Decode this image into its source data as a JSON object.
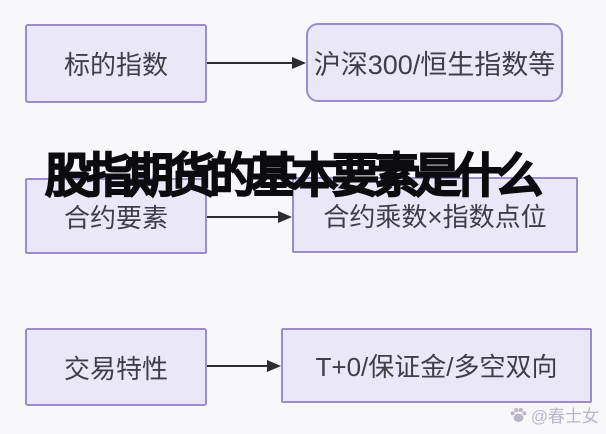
{
  "title": "股指期货的基本要素是什么",
  "diagram": {
    "rows": [
      {
        "source": "标的指数",
        "target": "沪深300/恒生指数等"
      },
      {
        "source": "合约要素",
        "target": "合约乘数×指数点位"
      },
      {
        "source": "交易特性",
        "target": "T+0/保证金/多空双向"
      }
    ]
  },
  "watermark": {
    "icon": "paw-icon",
    "handle": "@春士女"
  },
  "colors": {
    "background": "#f8f7f9",
    "node_fill": "#eae7f8",
    "node_border": "#9c8bce",
    "node_text": "#3f3e48",
    "title_text": "#0c0c0e",
    "arrow": "#2c2c33",
    "watermark": "#b5aec4"
  }
}
